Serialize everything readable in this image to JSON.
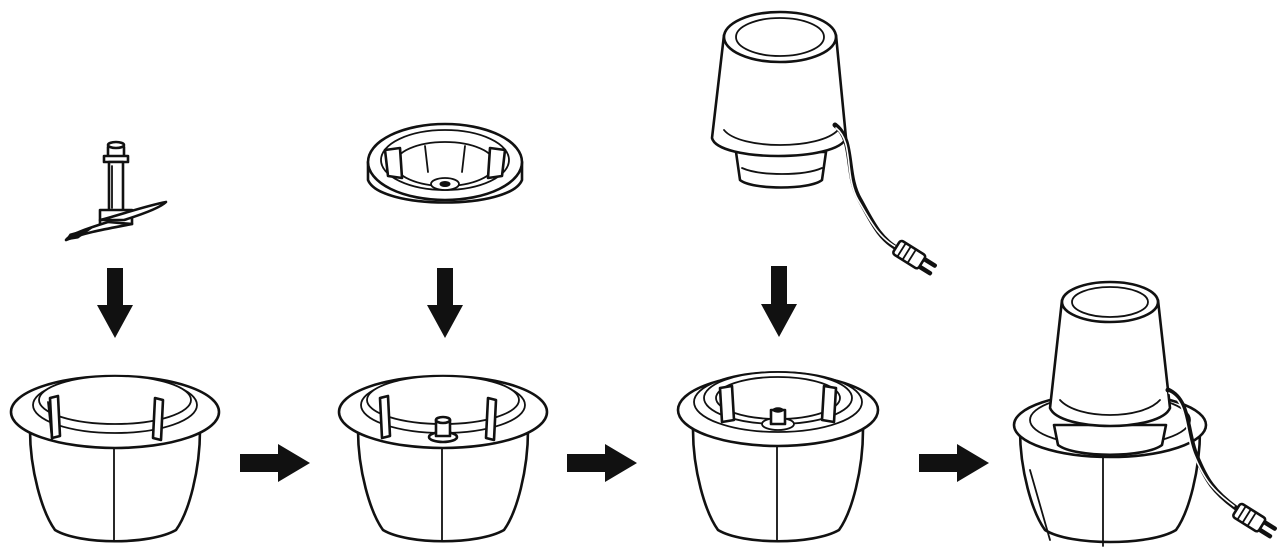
{
  "diagram": {
    "steps": [
      {
        "id": 1,
        "part": "blade",
        "base": "bowl",
        "next_arrow": true
      },
      {
        "id": 2,
        "part": "lid",
        "base": "bowl-with-blade",
        "next_arrow": true
      },
      {
        "id": 3,
        "part": "motor-unit-with-cord",
        "base": "bowl-with-lid",
        "next_arrow": true
      },
      {
        "id": 4,
        "result": "assembled-chopper"
      }
    ],
    "colors": {
      "line": "#111111",
      "background": "#ffffff"
    }
  }
}
